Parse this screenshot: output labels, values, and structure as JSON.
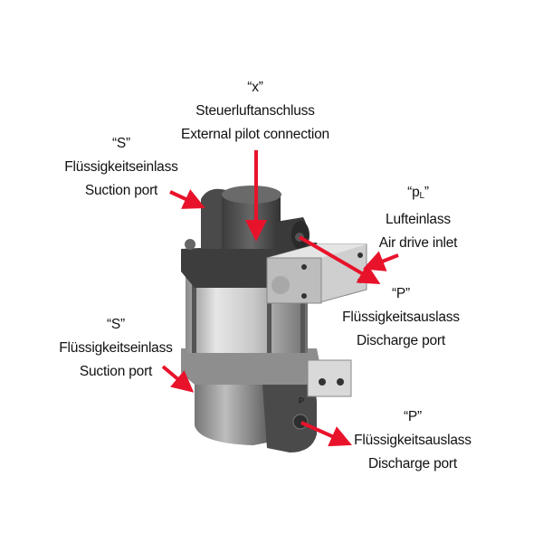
{
  "labels": {
    "pilot": {
      "code": "“x”",
      "de": "Steuerluftanschluss",
      "en": "External pilot connection"
    },
    "suction_upper": {
      "code": "“S”",
      "de": "Flüssigkeitseinlass",
      "en": "Suction port"
    },
    "air_inlet": {
      "code_main": "p",
      "code_sub": "L",
      "de": "Lufteinlass",
      "en": "Air drive inlet"
    },
    "discharge_upper": {
      "code": "“P”",
      "de": "Flüssigkeitsauslass",
      "en": "Discharge port"
    },
    "suction_lower": {
      "code": "“S”",
      "de": "Flüssigkeitseinlass",
      "en": "Suction port"
    },
    "discharge_lower": {
      "code": "“P”",
      "de": "Flüssigkeitsauslass",
      "en": "Discharge port"
    }
  },
  "part_marking": "P",
  "colors": {
    "arrow": "#e8132b",
    "text": "#111111"
  }
}
